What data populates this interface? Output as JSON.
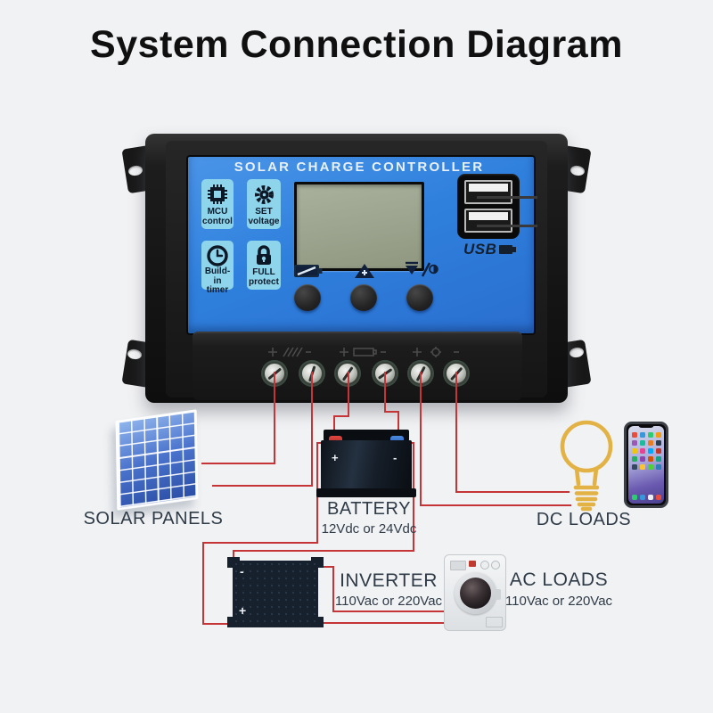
{
  "title": "System Connection Diagram",
  "controller": {
    "heading": "SOLAR CHARGE CONTROLLER",
    "usb_label": "USB",
    "features": [
      {
        "icon": "mcu-chip-icon",
        "line1": "MCU",
        "line2": "control"
      },
      {
        "icon": "gear-icon",
        "line1": "SET",
        "line2": "voltage"
      },
      {
        "icon": "clock-icon",
        "line1": "Build-in",
        "line2": "timer"
      },
      {
        "icon": "padlock-icon",
        "line1": "FULL",
        "line2": "protect"
      }
    ],
    "button_icons": [
      "battery-status-icon",
      "up-arrow-plus-icon",
      "load-mode-icon"
    ],
    "terminal_groups": [
      {
        "plus": "+",
        "minus": "-",
        "icon": "solar-panel-marking"
      },
      {
        "plus": "+",
        "minus": "-",
        "icon": "battery-marking"
      },
      {
        "plus": "+",
        "minus": "-",
        "icon": "lamp-marking"
      }
    ]
  },
  "components": {
    "solar_panels": {
      "label": "SOLAR PANELS"
    },
    "battery": {
      "label": "BATTERY",
      "spec": "12Vdc or 24Vdc",
      "plus": "+",
      "minus": "-"
    },
    "dc_loads": {
      "label": "DC LOADS"
    },
    "inverter": {
      "label": "INVERTER",
      "spec": "110Vac or 220Vac",
      "plus": "+",
      "minus": "-"
    },
    "ac_loads": {
      "label": "AC LOADS",
      "spec": "110Vac or 220Vac"
    }
  },
  "colors": {
    "panel_blue": "#2f80dd",
    "badge_cyan": "#8ed5ec",
    "wire_red": "#c53537",
    "bulb_yellow": "#e3b245",
    "lcd_green": "#9ba38e",
    "label_navy": "#2f3b47",
    "background": "#f1f2f4"
  }
}
